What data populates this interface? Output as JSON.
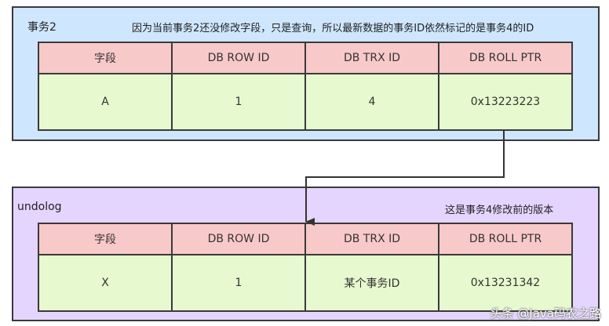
{
  "top_panel": {
    "title": "事务2",
    "note": "因为当前事务2还没修改字段，只是查询，所以最新数据的事务ID依然标记的是事务4的ID",
    "headers": [
      "字段",
      "DB ROW ID",
      "DB TRX ID",
      "DB ROLL PTR"
    ],
    "row": [
      "A",
      "1",
      "4",
      "0x13223223"
    ]
  },
  "bottom_panel": {
    "title": "undolog",
    "note": "这是事务4修改前的版本",
    "headers": [
      "字段",
      "DB ROW ID",
      "DB TRX ID",
      "DB ROLL PTR"
    ],
    "row": [
      "X",
      "1",
      "某个事务ID",
      "0x13231342"
    ]
  },
  "watermark": "头条 @Java码农之路",
  "colors": {
    "top_panel_bg": "#cfe6ff",
    "bottom_panel_bg": "#e4d5ff",
    "header_bg": "#f8c9c9",
    "cell_bg": "#e7f9cf",
    "border": "#3a3a3a"
  }
}
